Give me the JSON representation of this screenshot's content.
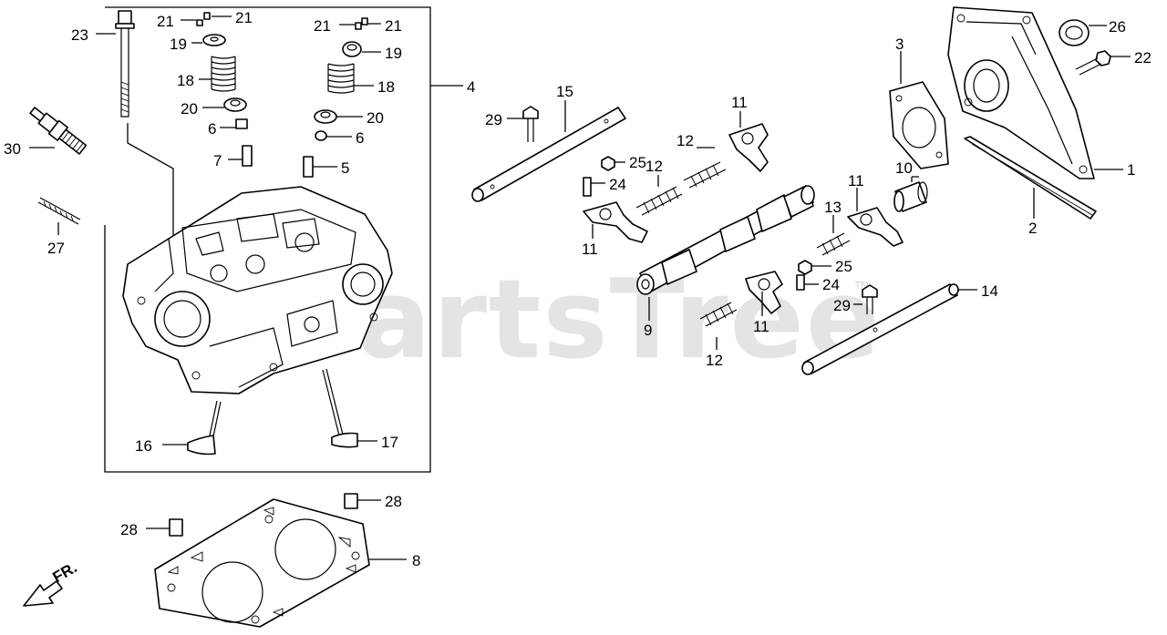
{
  "watermark": {
    "text": "PartsTree",
    "trademark": "TM"
  },
  "direction_marker": {
    "label": "FR."
  },
  "callouts": {
    "c23": "23",
    "c21a": "21",
    "c21b": "21",
    "c21c": "21",
    "c21d": "21",
    "c19a": "19",
    "c19b": "19",
    "c18a": "18",
    "c18b": "18",
    "c20a": "20",
    "c20b": "20",
    "c6a": "6",
    "c6b": "6",
    "c7": "7",
    "c5": "5",
    "c4": "4",
    "c30": "30",
    "c27": "27",
    "c16": "16",
    "c17": "17",
    "c28a": "28",
    "c28b": "28",
    "c8": "8",
    "c29a": "29",
    "c15": "15",
    "c25a": "25",
    "c24a": "24",
    "c12a": "12",
    "c12b": "12",
    "c12c": "12",
    "c11a": "11",
    "c11b": "11",
    "c11c": "11",
    "c11d": "11",
    "c9": "9",
    "c13": "13",
    "c25b": "25",
    "c24b": "24",
    "c29b": "29",
    "c14": "14",
    "c10": "10",
    "c3": "3",
    "c2": "2",
    "c1": "1",
    "c26": "26",
    "c22": "22"
  }
}
